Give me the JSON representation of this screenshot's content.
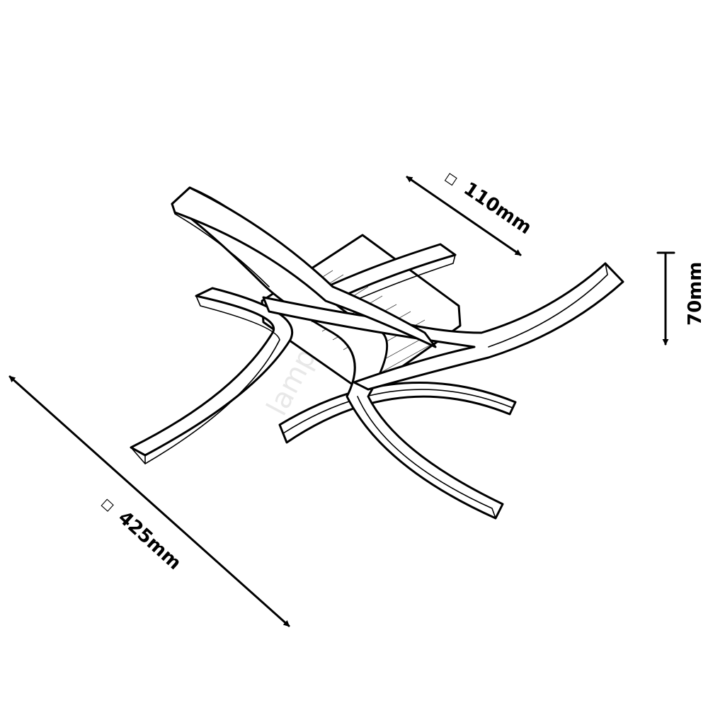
{
  "dimensions": {
    "depth_label": "110mm",
    "height_label": "70mm",
    "width_label": "425mm",
    "square_symbol": "◻"
  },
  "watermark": {
    "text": "lamp...hu"
  },
  "icons": {
    "square_icon": "square-outline-icon",
    "arrow_icon": "arrow-head-icon"
  },
  "colors": {
    "line": "#000000",
    "background": "#ffffff"
  }
}
